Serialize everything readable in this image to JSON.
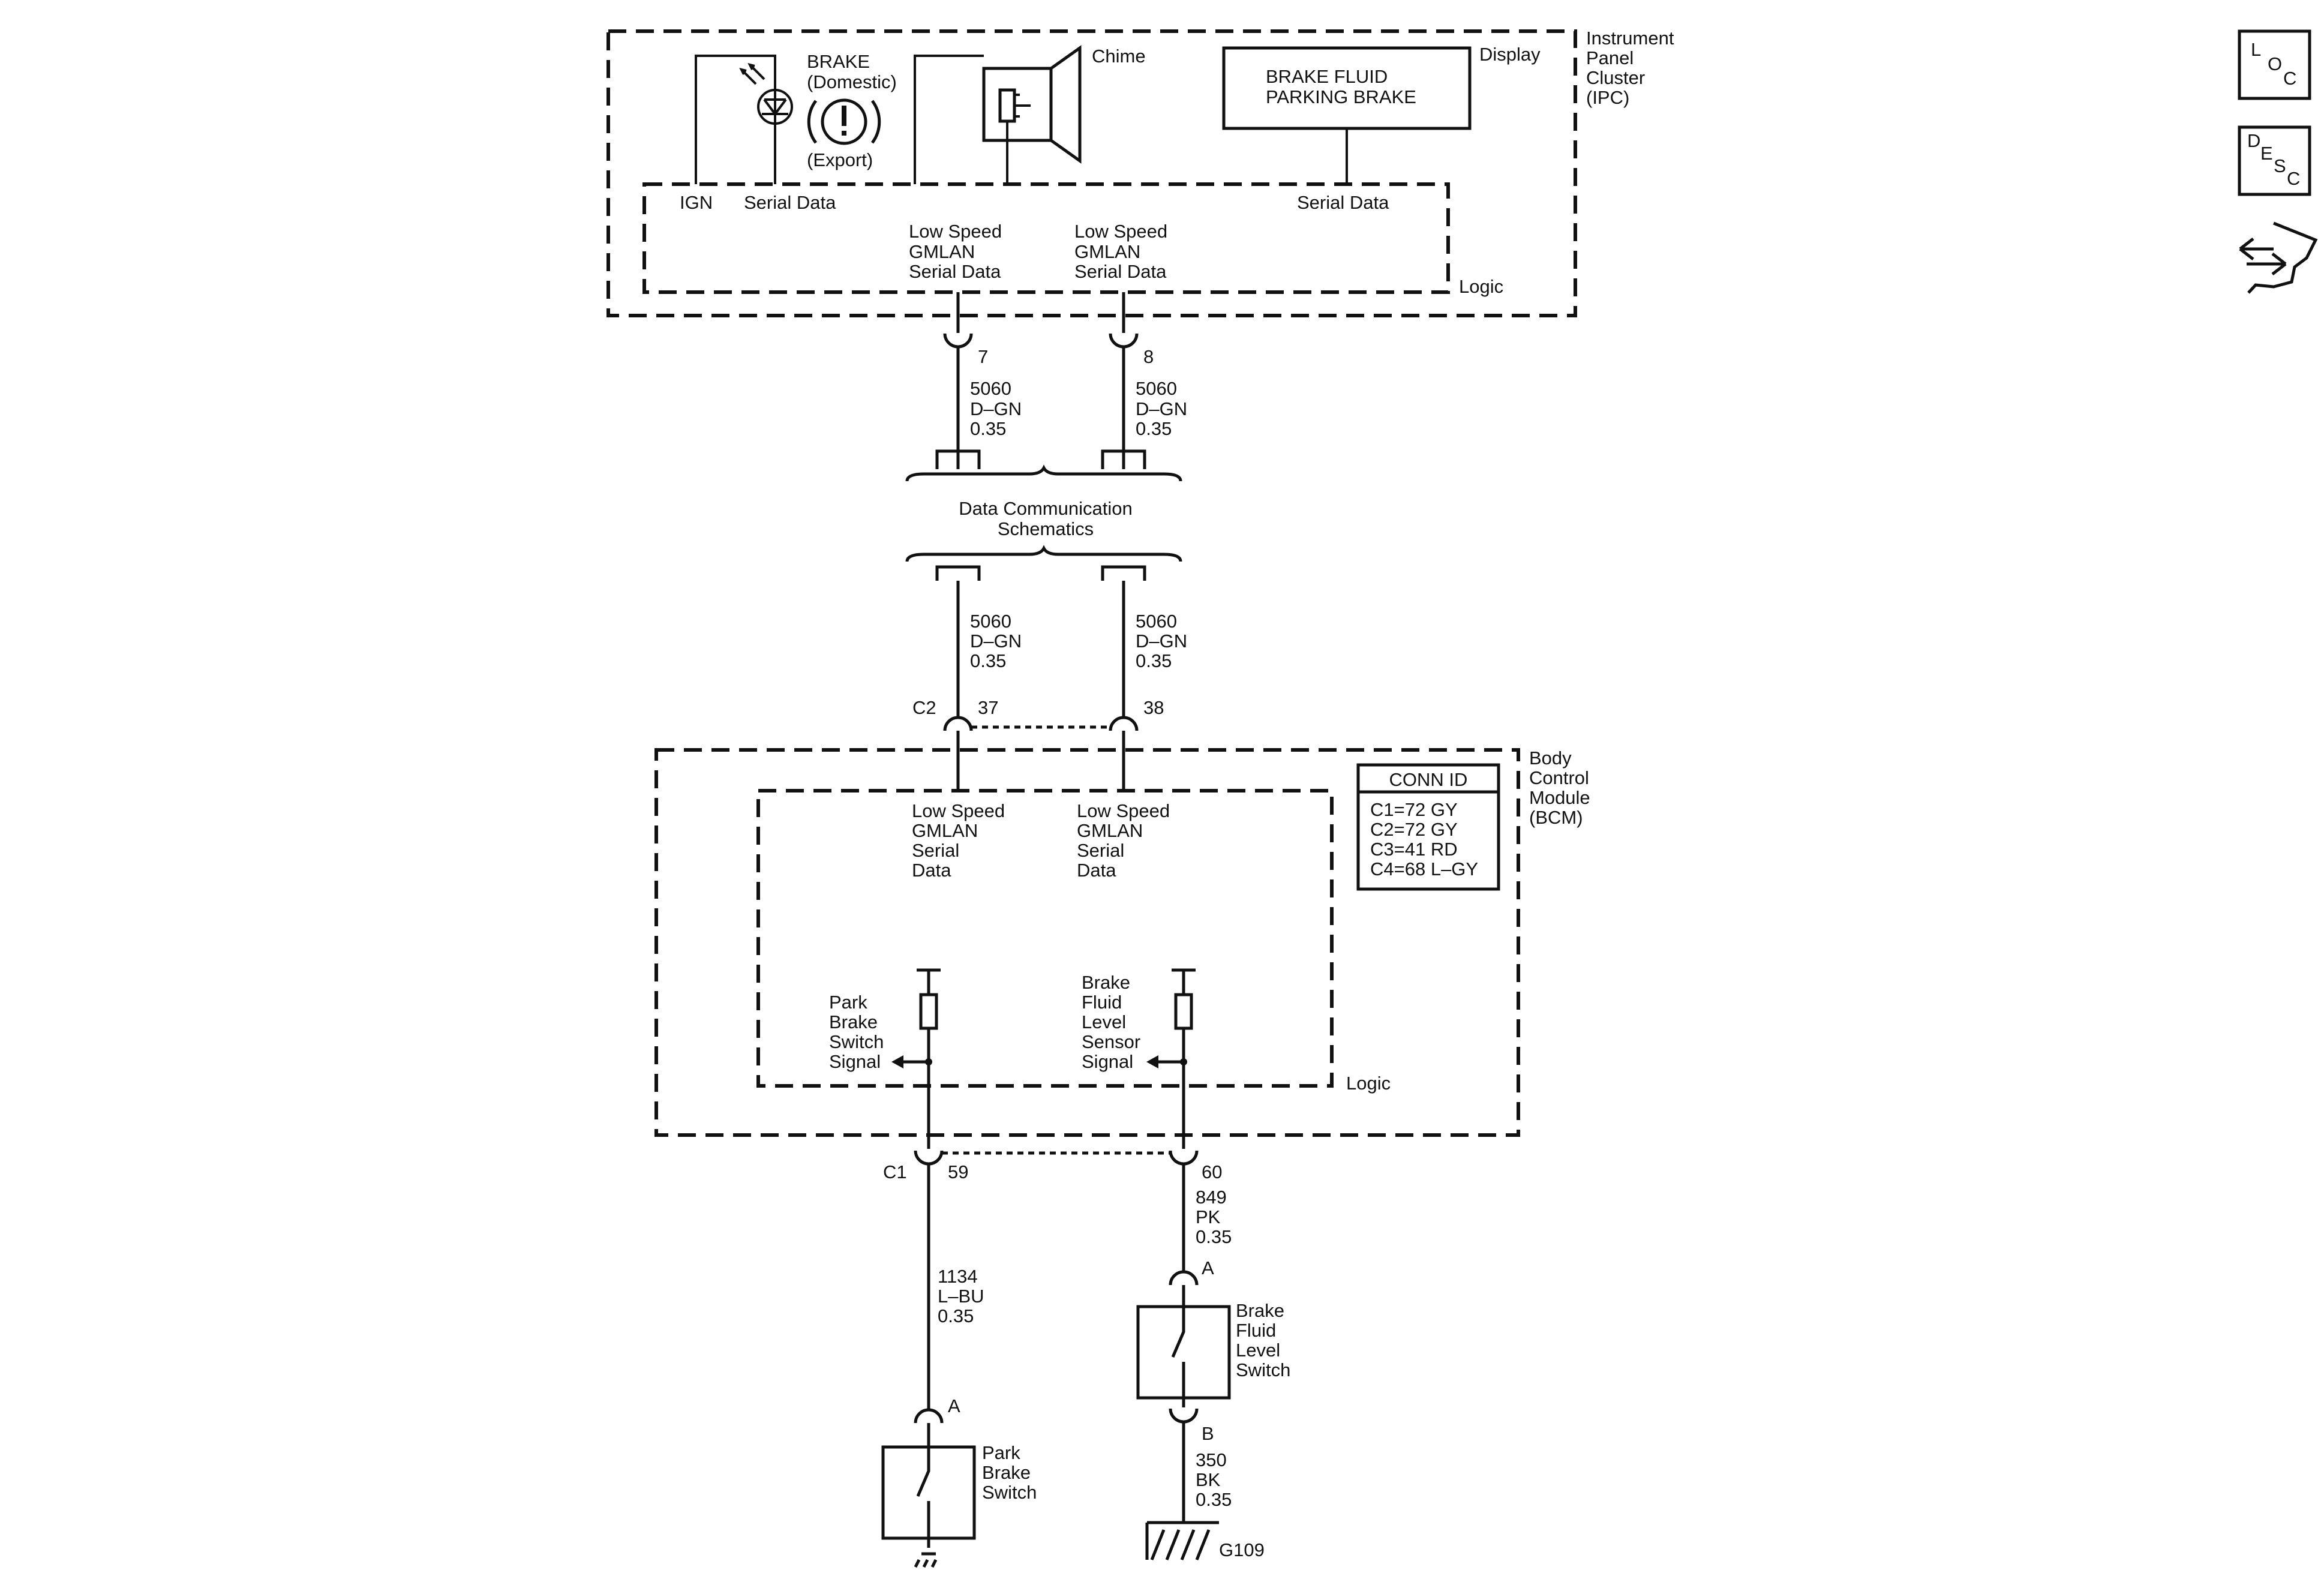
{
  "side_icons": {
    "loc": {
      "letters": [
        "L",
        "O",
        "C"
      ]
    },
    "desc": {
      "letters": [
        "D",
        "E",
        "S",
        "C"
      ]
    },
    "connector_icon": "connector-end-view-icon"
  },
  "ipc": {
    "name": [
      "Instrument",
      "Panel",
      "Cluster",
      "(IPC)"
    ],
    "brake_lamp": [
      "BRAKE",
      "(Domestic)"
    ],
    "brake_export": "(Export)",
    "chime": "Chime",
    "display": "Display",
    "display_text": [
      "BRAKE FLUID",
      "PARKING BRAKE"
    ],
    "ign": "IGN",
    "serial_data_left": "Serial Data",
    "serial_data_right": "Serial Data",
    "gmlan_left": [
      "Low Speed",
      "GMLAN",
      "Serial Data"
    ],
    "gmlan_right": [
      "Low Speed",
      "GMLAN",
      "Serial Data"
    ],
    "logic": "Logic"
  },
  "upper_wires": {
    "pin_left": "7",
    "pin_right": "8",
    "left": [
      "5060",
      "D–GN",
      "0.35"
    ],
    "right": [
      "5060",
      "D–GN",
      "0.35"
    ]
  },
  "data_comm": [
    "Data Communication",
    "Schematics"
  ],
  "lower_wires": {
    "left": [
      "5060",
      "D–GN",
      "0.35"
    ],
    "right": [
      "5060",
      "D–GN",
      "0.35"
    ],
    "connector": "C2",
    "pin_left": "37",
    "pin_right": "38"
  },
  "bcm": {
    "name": [
      "Body",
      "Control",
      "Module",
      "(BCM)"
    ],
    "conn_id_title": "CONN ID",
    "conn_ids": [
      "C1=72 GY",
      "C2=72 GY",
      "C3=41 RD",
      "C4=68 L–GY"
    ],
    "gmlan_left": [
      "Low Speed",
      "GMLAN",
      "Serial",
      "Data"
    ],
    "gmlan_right": [
      "Low Speed",
      "GMLAN",
      "Serial",
      "Data"
    ],
    "park_signal": [
      "Park",
      "Brake",
      "Switch",
      "Signal"
    ],
    "fluid_signal": [
      "Brake",
      "Fluid",
      "Level",
      "Sensor",
      "Signal"
    ],
    "logic": "Logic"
  },
  "c1": {
    "connector": "C1",
    "pin_left": "59",
    "pin_right": "60",
    "wire_right": [
      "849",
      "PK",
      "0.35"
    ],
    "wire_left": [
      "1134",
      "L–BU",
      "0.35"
    ]
  },
  "fluid_switch": {
    "pin_a": "A",
    "name": [
      "Brake",
      "Fluid",
      "Level",
      "Switch"
    ],
    "pin_b": "B",
    "ground_wire": [
      "350",
      "BK",
      "0.35"
    ],
    "ground": "G109"
  },
  "park_switch": {
    "pin_a": "A",
    "name": [
      "Park",
      "Brake",
      "Switch"
    ]
  }
}
